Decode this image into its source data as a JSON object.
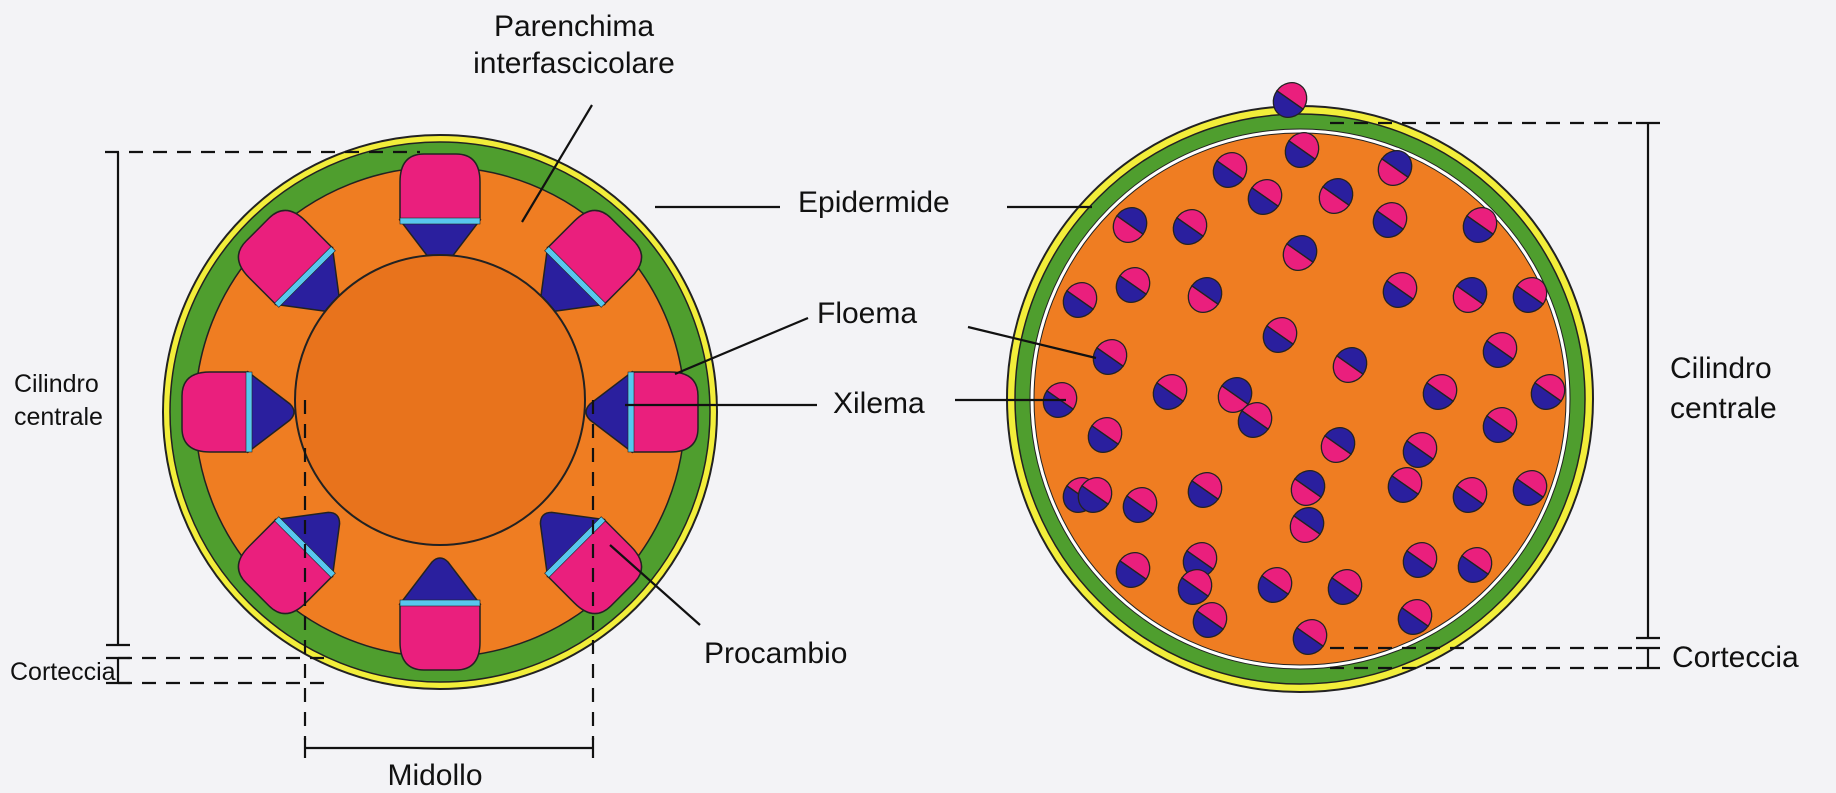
{
  "colors": {
    "epidermis": "#f2ee3a",
    "cortex": "#4f9e2e",
    "parenchyma": "#ef7d22",
    "pith": "#e8731c",
    "phloem": "#ea1f7d",
    "xylem": "#2a1f9e",
    "cambium": "#58c7ee",
    "background": "#f3f3f6"
  },
  "left_diagram": {
    "label_parenchima_line1": "Parenchima",
    "label_parenchima_line2": "interfascicolare",
    "label_epidermide": "Epidermide",
    "label_floema": "Floema",
    "label_xilema": "Xilema",
    "label_procambio": "Procambio",
    "label_midollo": "Midollo",
    "label_cilindro_line1": "Cilindro",
    "label_cilindro_line2": "centrale",
    "label_corteccia": "Corteccia",
    "bundle_count": 8
  },
  "right_diagram": {
    "label_cilindro_line1": "Cilindro",
    "label_cilindro_line2": "centrale",
    "label_corteccia": "Corteccia",
    "scattered_bundle_count": 50
  }
}
